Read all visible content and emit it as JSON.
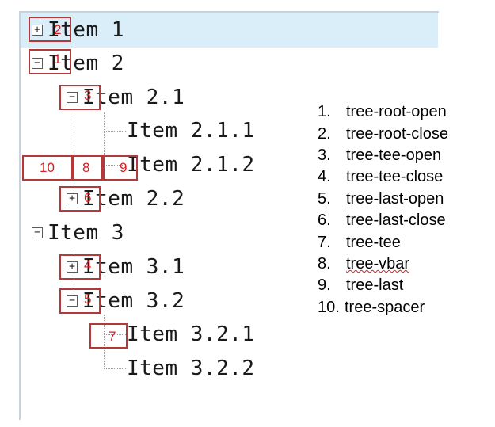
{
  "tree": {
    "nodes": [
      {
        "id": "item-1",
        "label": "Item 1",
        "toggle": "+"
      },
      {
        "id": "item-2",
        "label": "Item 2",
        "toggle": "−"
      },
      {
        "id": "item-2-1",
        "label": "Item 2.1",
        "toggle": "−"
      },
      {
        "id": "item-2-1-1",
        "label": "Item 2.1.1"
      },
      {
        "id": "item-2-1-2",
        "label": "Item 2.1.2"
      },
      {
        "id": "item-2-2",
        "label": "Item 2.2",
        "toggle": "+"
      },
      {
        "id": "item-3",
        "label": "Item 3",
        "toggle": "−"
      },
      {
        "id": "item-3-1",
        "label": "Item 3.1",
        "toggle": "+"
      },
      {
        "id": "item-3-2",
        "label": "Item 3.2",
        "toggle": "−"
      },
      {
        "id": "item-3-2-1",
        "label": "Item 3.2.1"
      },
      {
        "id": "item-3-2-2",
        "label": "Item 3.2.2"
      }
    ],
    "selected": "item-1"
  },
  "annotations": [
    "2",
    "1",
    "3",
    "10",
    "8",
    "9",
    "6",
    "4",
    "5",
    "7"
  ],
  "legend": [
    {
      "num": "1.",
      "text": "tree-root-open"
    },
    {
      "num": "2.",
      "text": "tree-root-close"
    },
    {
      "num": "3.",
      "text": "tree-tee-open"
    },
    {
      "num": "4.",
      "text": "tree-tee-close"
    },
    {
      "num": "5.",
      "text": "tree-last-open"
    },
    {
      "num": "6.",
      "text": "tree-last-close"
    },
    {
      "num": "7.",
      "text": "tree-tee"
    },
    {
      "num": "8.",
      "text": "tree-vbar"
    },
    {
      "num": "9.",
      "text": "tree-last"
    },
    {
      "num": "10.",
      "text": "tree-spacer"
    }
  ],
  "colors": {
    "selection": "#d9eef9",
    "annotation": "#d42020",
    "box_border": "#b33a3a"
  }
}
